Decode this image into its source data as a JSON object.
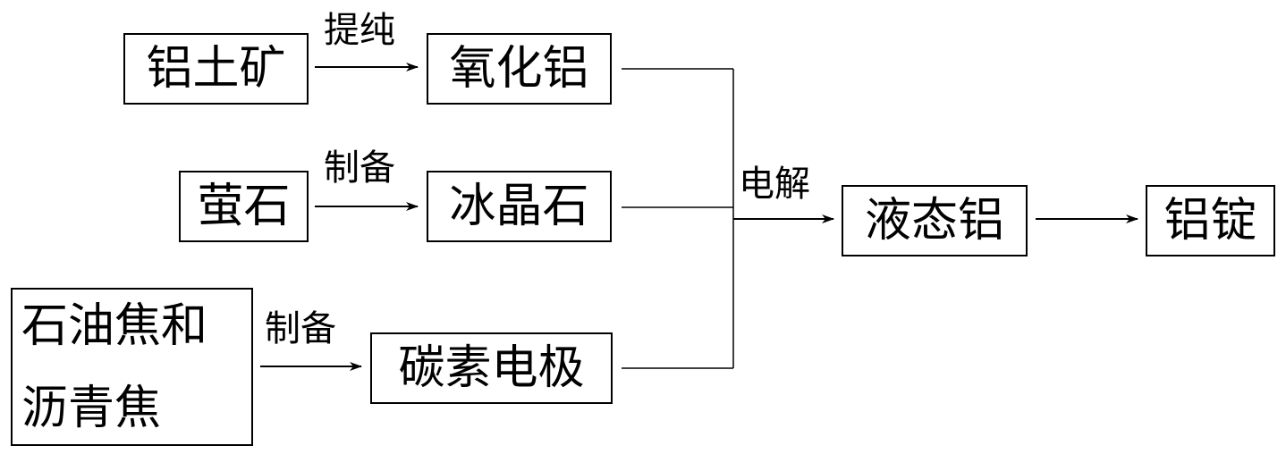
{
  "nodes": {
    "bauxite": "铝土矿",
    "alumina": "氧化铝",
    "fluorite": "萤石",
    "cryolite": "冰晶石",
    "coke_line1": "石油焦和",
    "coke_line2": "沥青焦",
    "carbon_electrode": "碳素电极",
    "liquid_aluminum": "液态铝",
    "aluminum_ingot": "铝锭"
  },
  "edges": {
    "purify": "提纯",
    "prepare_1": "制备",
    "prepare_2": "制备",
    "electrolysis": "电解"
  }
}
